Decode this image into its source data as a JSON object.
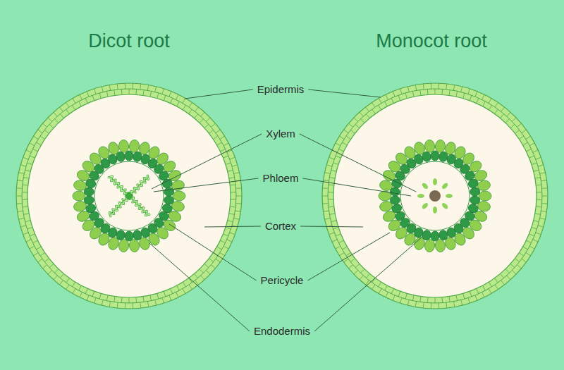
{
  "diagram": {
    "labels": [
      "Dicot root",
      "Monocot root",
      "Epidermis",
      "Xylem",
      "Phloem",
      "Cortex",
      "Pericycle",
      "Endodermis"
    ]
  }
}
